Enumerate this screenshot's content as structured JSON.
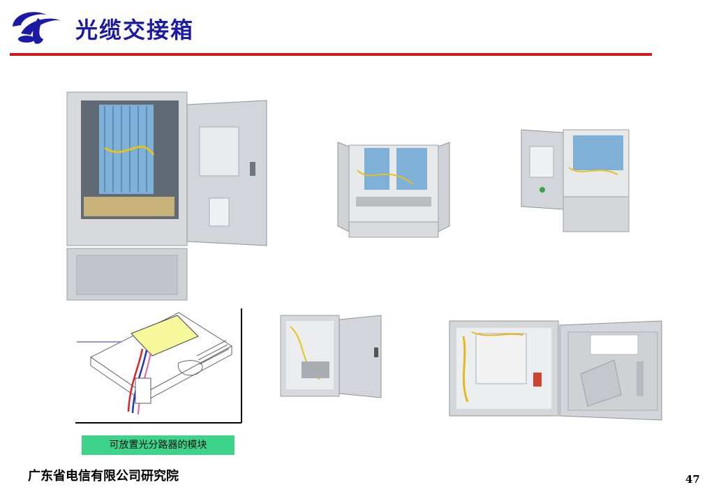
{
  "slide": {
    "title": "光缆交接箱",
    "caption": "可放置光分路器的模块",
    "footer": "广东省电信有限公司研究院",
    "page_number": "47"
  },
  "colors": {
    "title": "#1a1aa6",
    "rule": "#d4161c",
    "caption_bg": "#3dd38a",
    "logo": "#1a1aa6"
  },
  "images": [
    {
      "name": "large-cabinet-open-photo"
    },
    {
      "name": "double-door-cabinet-photo"
    },
    {
      "name": "single-door-cabinet-photo"
    },
    {
      "name": "splitter-module-drawing"
    },
    {
      "name": "small-wall-box-photo"
    },
    {
      "name": "wall-box-open-photo"
    }
  ]
}
